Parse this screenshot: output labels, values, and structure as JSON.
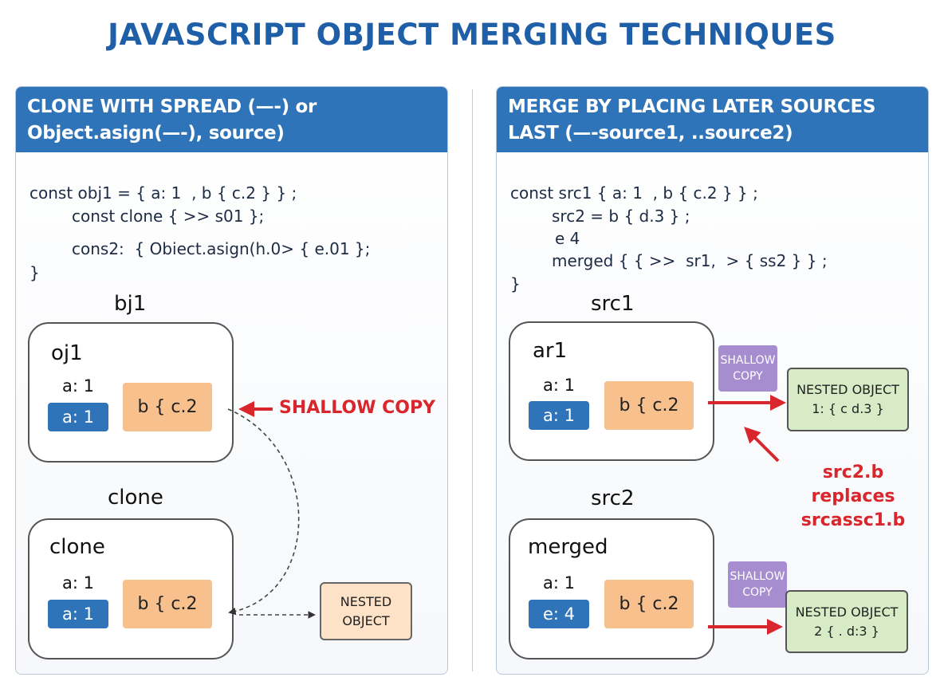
{
  "title": "JAVASCRIPT OBJECT MERGING TECHNIQUES",
  "left": {
    "header_line1": "CLONE WITH SPREAD (—-) or",
    "header_line2": "Object.asign(—-), source)",
    "code": [
      "const obj1 = { a: 1  , b { c.2 } } ;",
      "const clone { >> s01 };",
      "cons2:  { Obiect.asign(h.0> { e.01 };",
      "}"
    ],
    "label_top": "bj1",
    "box1": {
      "name": "oj1",
      "prop": "a: 1",
      "chip": "a: 1",
      "nested": "b { c.2"
    },
    "label_bottom": "clone",
    "box2": {
      "name": "clone",
      "prop": "a: 1",
      "chip": "a: 1",
      "nested": "b { c.2"
    },
    "shallow_copy": "SHALLOW COPY",
    "nested_object": {
      "line1": "NESTED",
      "line2": "OBJECT"
    }
  },
  "right": {
    "header_line1": "MERGE BY PLACING LATER SOURCES",
    "header_line2": "LAST (—-source1, ..source2)",
    "code": [
      "const src1 { a: 1  , b { c.2 } } ;",
      "src2 = b { d.3 } ;",
      "e 4",
      "merged { { >>  sr1,  > { ss2 } } ;",
      "}"
    ],
    "label_top": "src1",
    "box1": {
      "name": "ar1",
      "prop": "a: 1",
      "chip": "a: 1",
      "nested": "b { c.2"
    },
    "label_bottom": "src2",
    "box2": {
      "name": "merged",
      "prop": "a: 1",
      "chip": "e: 4",
      "nested": "b { c.2"
    },
    "shallow_copy_top": {
      "line1": "SHALLOW",
      "line2": "COPY"
    },
    "shallow_copy_bottom": {
      "line1": "SHALLOW",
      "line2": "COPY"
    },
    "nested_top": {
      "line1": "NESTED OBJECT",
      "line2": "1: { c d.3 }"
    },
    "nested_bottom": {
      "line1": "NESTED OBJECT",
      "line2": "2 { . d:3 }"
    },
    "replace_note": {
      "line1": "src2.b replaces",
      "line2": "srcassc1.b"
    }
  },
  "colors": {
    "title": "#1f5fa8",
    "header": "#2f73b8",
    "chip_blue": "#2f73b8",
    "chip_orange": "#f7c08c",
    "nested_green": "#d7ebc7",
    "nested_orange": "#fde2c7",
    "shallow_purple": "#a58dd0",
    "accent_red": "#d8262c"
  }
}
